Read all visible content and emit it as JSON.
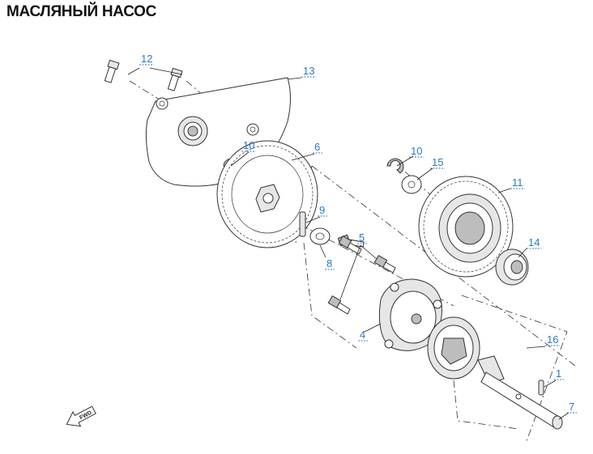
{
  "title": "МАСЛЯНЫЙ НАСОС",
  "callouts": [
    {
      "id": "c1",
      "label": "1"
    },
    {
      "id": "c4",
      "label": "4"
    },
    {
      "id": "c5",
      "label": "5"
    },
    {
      "id": "c6",
      "label": "6"
    },
    {
      "id": "c7",
      "label": "7"
    },
    {
      "id": "c8",
      "label": "8"
    },
    {
      "id": "c9",
      "label": "9"
    },
    {
      "id": "c10a",
      "label": "10"
    },
    {
      "id": "c10b",
      "label": "10"
    },
    {
      "id": "c11",
      "label": "11"
    },
    {
      "id": "c12",
      "label": "12"
    },
    {
      "id": "c13",
      "label": "13"
    },
    {
      "id": "c14",
      "label": "14"
    },
    {
      "id": "c15",
      "label": "15"
    },
    {
      "id": "c16",
      "label": "16"
    }
  ],
  "fwd_arrow": {
    "label": "FWD",
    "icon": "fwd-arrow-icon"
  },
  "colors": {
    "callout": "#2b78c6",
    "line": "#333333"
  }
}
